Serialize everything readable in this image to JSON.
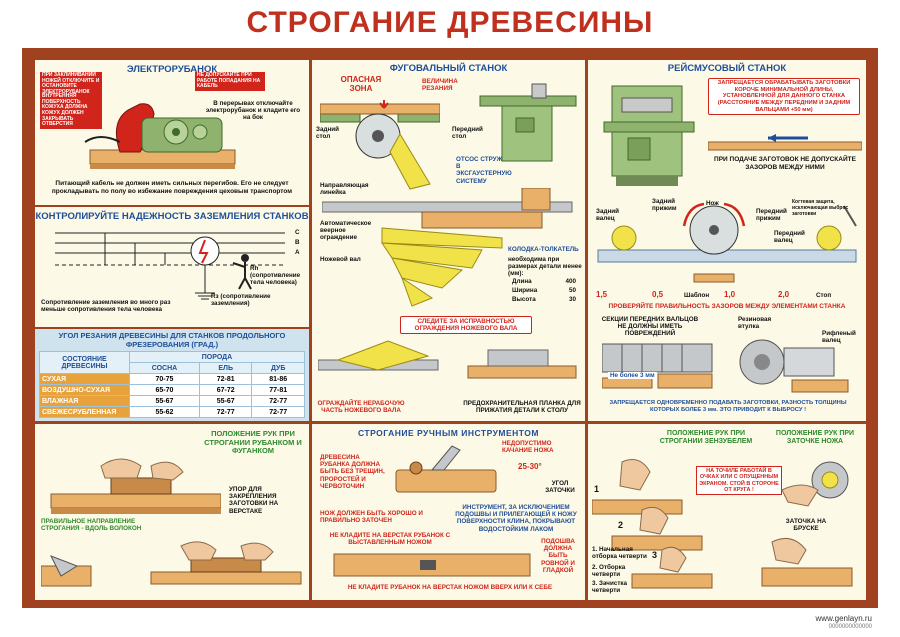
{
  "title": "СТРОГАНИЕ ДРЕВЕСИНЫ",
  "electro": {
    "heading": "ЭЛЕКТРОРУБАНОК",
    "red1": "ПРИ ЗАКЛИНИВАНИИ НОЖЕЙ ОТКЛЮЧИТЕ И ОСТАНОВИТЕ ЭЛЕКТРОРУБАНОК",
    "red2": "НЕ ДОПУСКАЙТЕ ПРИ РАБОТЕ ПОПАДАНИЯ НА КАБЕЛЬ",
    "red3": "ВНУТРЕННЯЯ ПОВЕРХНОСТЬ КОЖУХА ДОЛЖНА БЫТЬ ОКРАШЕНА",
    "red4": "КОЖУХ ДОЛЖЕН ЗАКРЫВАТЬ ОТВЕРСТИЯ",
    "note1": "В перерывах отключайте электрорубанок и кладите его на бок",
    "note2": "Питающий кабель не должен иметь сильных перегибов. Его не следует прокладывать по полу во избежание повреждения цеховым транспортом"
  },
  "ground": {
    "heading": "КОНТРОЛИРУЙТЕ НАДЕЖНОСТЬ ЗАЗЕМЛЕНИЯ СТАНКОВ",
    "phase_c": "С",
    "phase_b": "В",
    "phase_a": "А",
    "rh": "Rh (сопротивление тела человека)",
    "rz": "Rз (сопротивление заземления)",
    "note": "Сопротивление заземления во много раз меньше сопротивления тела человека"
  },
  "angle_table": {
    "heading": "УГОЛ РЕЗАНИЯ ДРЕВЕСИНЫ ДЛЯ СТАНКОВ ПРОДОЛЬНОГО ФРЕЗЕРОВАНИЯ (ГРАД.)",
    "col_state": "СОСТОЯНИЕ ДРЕВЕСИНЫ",
    "col_breed": "ПОРОДА",
    "breeds": [
      "СОСНА",
      "ЕЛЬ",
      "ДУБ"
    ],
    "rows": [
      {
        "state": "СУХАЯ",
        "v": [
          "70-75",
          "72-81",
          "81-86"
        ]
      },
      {
        "state": "ВОЗДУШНО-СУХАЯ",
        "v": [
          "65-70",
          "67-72",
          "77-81"
        ]
      },
      {
        "state": "ВЛАЖНАЯ",
        "v": [
          "55-67",
          "55-67",
          "72-77"
        ]
      },
      {
        "state": "СВЕЖЕСРУБЛЕННАЯ",
        "v": [
          "55-62",
          "72-77",
          "72-77"
        ]
      }
    ]
  },
  "fugo": {
    "heading": "ФУГОВАЛЬНЫЙ СТАНОК",
    "danger": "ОПАСНАЯ ЗОНА",
    "cut": "ВЕЛИЧИНА РЕЗАНИЯ",
    "rear": "Задний стол",
    "front": "Передний стол",
    "chip": "ОТСОС СТРУЖКИ В ЭКСГАУСТЕРНУЮ СИСТЕМУ",
    "guide": "Направляющая линейка",
    "auto": "Автоматическое веерное ограждение",
    "knife": "Ножевой вал",
    "pusher": "КОЛОДКА-ТОЛКАТЕЛЬ",
    "pusher_note": "необходима при размерах детали менее (мм):",
    "len_label": "Длина",
    "len_val": "400",
    "wid_label": "Ширина",
    "wid_val": "50",
    "hgt_label": "Высота",
    "hgt_val": "30",
    "watch": "СЛЕДИТЕ ЗА ИСПРАВНОСТЬЮ ОГРАЖДЕНИЯ НОЖЕВОГО ВАЛА",
    "fence": "ОГРАЖДАЙТЕ НЕРАБОЧУЮ ЧАСТЬ НОЖЕВОГО ВАЛА",
    "plank": "ПРЕДОХРАНИТЕЛЬНАЯ ПЛАНКА ДЛЯ ПРИЖАТИЯ ДЕТАЛИ К СТОЛУ"
  },
  "reis": {
    "heading": "РЕЙСМУСОВЫЙ СТАНОК",
    "forbid": "ЗАПРЕЩАЕТСЯ ОБРАБАТЫВАТЬ ЗАГОТОВКИ КОРОЧЕ МИНИМАЛЬНОЙ ДЛИНЫ, УСТАНОВЛЕННОЙ ДЛЯ ДАННОГО СТАНКА (РАССТОЯНИЕ МЕЖДУ ПЕРЕДНИМ И ЗАДНИМ ВАЛЬЦАМИ +50 мм)",
    "gap": "ПРИ ПОДАЧЕ ЗАГОТОВОК НЕ ДОПУСКАЙТЕ ЗАЗОРОВ МЕЖДУ НИМИ",
    "rear_clamp": "Задний прижим",
    "knife": "Нож",
    "rear_roll": "Задний валец",
    "front_clamp": "Передний прижим",
    "front_roll": "Передний валец",
    "kogti": "Когтевая защита, исключающая выброс заготовки",
    "shablon": "Шаблон",
    "stop": "Стоп",
    "n1": "1,5",
    "n2": "0,5",
    "n3": "1,0",
    "n4": "2,0",
    "check": "ПРОВЕРЯЙТЕ ПРАВИЛЬНОСТЬ ЗАЗОРОВ МЕЖДУ ЭЛЕМЕНТАМИ СТАНКА",
    "sections": "СЕКЦИИ ПЕРЕДНИХ ВАЛЬЦОВ НЕ ДОЛЖНЫ ИМЕТЬ ПОВРЕЖДЕНИЙ",
    "rubber": "Резиновая втулка",
    "ribbed": "Рифленый валец",
    "not3": "Не более 3 мм",
    "simul": "ЗАПРЕЩАЕТСЯ ОДНОВРЕМЕННО ПОДАВАТЬ ЗАГОТОВКИ, РАЗНОСТЬ ТОЛЩИНЫ КОТОРЫХ БОЛЕЕ 3 мм. ЭТО ПРИВОДИТ К ВЫБРОСУ !"
  },
  "hands": {
    "heading": "ПОЛОЖЕНИЕ РУК ПРИ СТРОГАНИИ РУБАНКОМ И ФУГАНКОМ",
    "stop": "УПОР ДЛЯ ЗАКРЕПЛЕНИЯ ЗАГОТОВКИ НА ВЕРСТАКЕ",
    "dir": "ПРАВИЛЬНОЕ НАПРАВЛЕНИЕ СТРОГАНИЯ - ВДОЛЬ ВОЛОКОН"
  },
  "manual": {
    "heading": "СТРОГАНИЕ РУЧНЫМ ИНСТРУМЕНТОМ",
    "shake": "НЕДОПУСТИМО КАЧАНИЕ НОЖА",
    "wood": "ДРЕВЕСИНА РУБАНКА ДОЛЖНА БЫТЬ БЕЗ ТРЕЩИН, ПРОРОСТЕЙ И ЧЕРВОТОЧИН",
    "angle": "25-30°",
    "sharp": "УГОЛ ЗАТОЧКИ",
    "sharpen": "НОЖ ДОЛЖЕН БЫТЬ ХОРОШО И ПРАВИЛЬНО ЗАТОЧЕН",
    "lacquer": "ИНСТРУМЕНТ, ЗА ИСКЛЮЧЕНИЕМ ПОДОШВЫ И ПРИЛЕГАЮЩЕЙ К НОЖУ ПОВЕРХНОСТИ КЛИНА, ПОКРЫВАЮТ ВОДОСТОЙКИМ ЛАКОМ",
    "no_put": "НЕ КЛАДИТЕ НА ВЕРСТАК РУБАНОК С ВЫСТАВЛЕННЫМ НОЖОМ",
    "sole": "ПОДОШВА ДОЛЖНА БЫТЬ РОВНОЙ И ГЛАДКОЙ",
    "bottom": "НЕ КЛАДИТЕ РУБАНОК НА ВЕРСТАК НОЖОМ ВВЕРХ ИЛИ К СЕБЕ"
  },
  "zenz": {
    "heading1": "ПОЛОЖЕНИЕ РУК ПРИ СТРОГАНИИ ЗЕНЗУБЕЛЕМ",
    "heading2": "ПОЛОЖЕНИЕ РУК ПРИ ЗАТОЧКЕ НОЖА",
    "warn": "НА ТОЧИЛЕ РАБОТАЙ В ОЧКАХ ИЛИ С ОПУЩЕННЫМ ЭКРАНОМ. СТОЙ В СТОРОНЕ ОТ КРУГА !",
    "n1": "1",
    "n2": "2",
    "n3": "3",
    "s1": "1. Начальная отборка четверти",
    "s2": "2. Отборка четверти",
    "s3": "3. Зачистка четверти",
    "brusok": "ЗАТОЧКА НА БРУСКЕ"
  },
  "footer": {
    "site": "www.genlayn.ru",
    "code": "0000000000000"
  },
  "colors": {
    "frame": "#a0421f",
    "title": "#c0301e",
    "blue": "#1f4e99",
    "red": "#d1241b",
    "wood": "#e9b06a",
    "machine": "#8fb36f"
  }
}
